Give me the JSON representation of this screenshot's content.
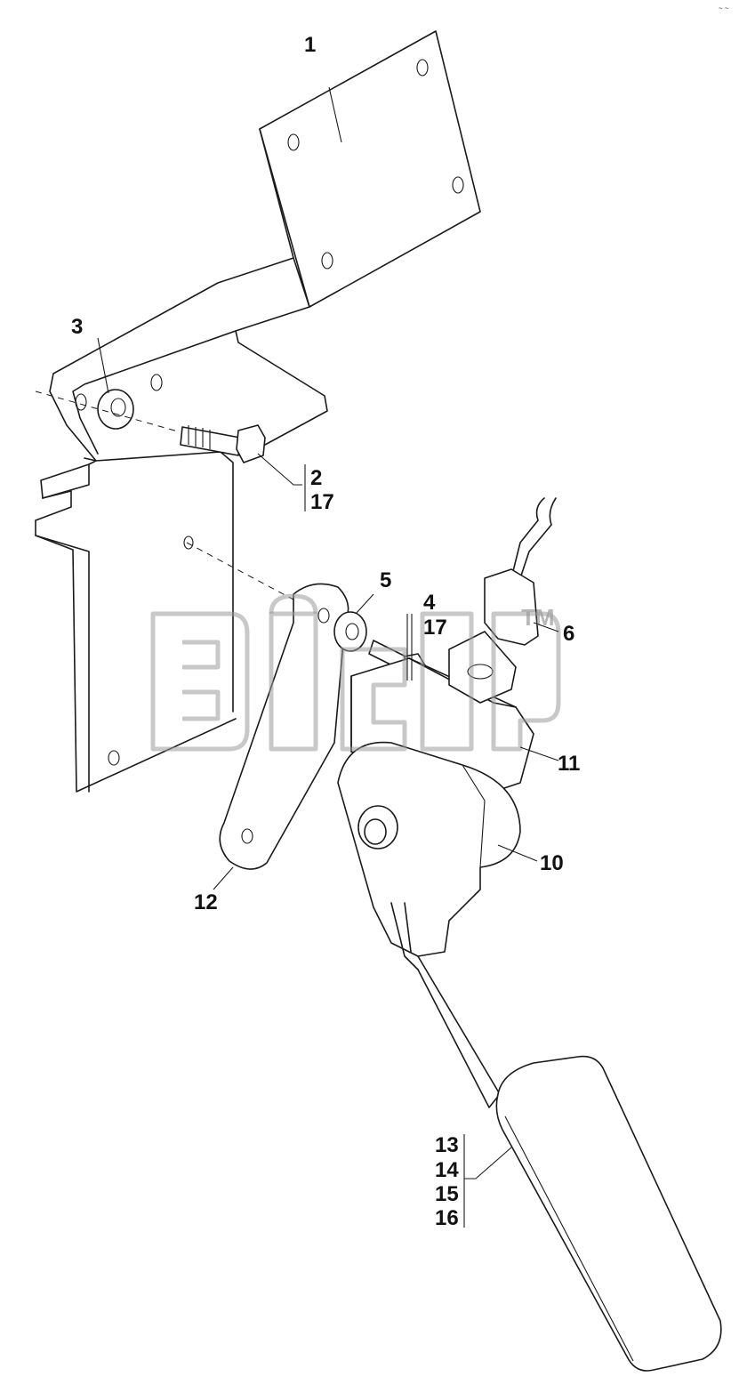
{
  "diagram": {
    "callouts": {
      "c1": "1",
      "c3": "3",
      "c2": "2",
      "c17a": "17",
      "c5": "5",
      "c4": "4",
      "c17b": "17",
      "c6": "6",
      "c11": "11",
      "c10": "10",
      "c12": "12",
      "c13": "13",
      "c14": "14",
      "c15": "15",
      "c16": "16"
    },
    "watermark": {
      "tm": "TM"
    },
    "corner_mark": "~ ~"
  }
}
